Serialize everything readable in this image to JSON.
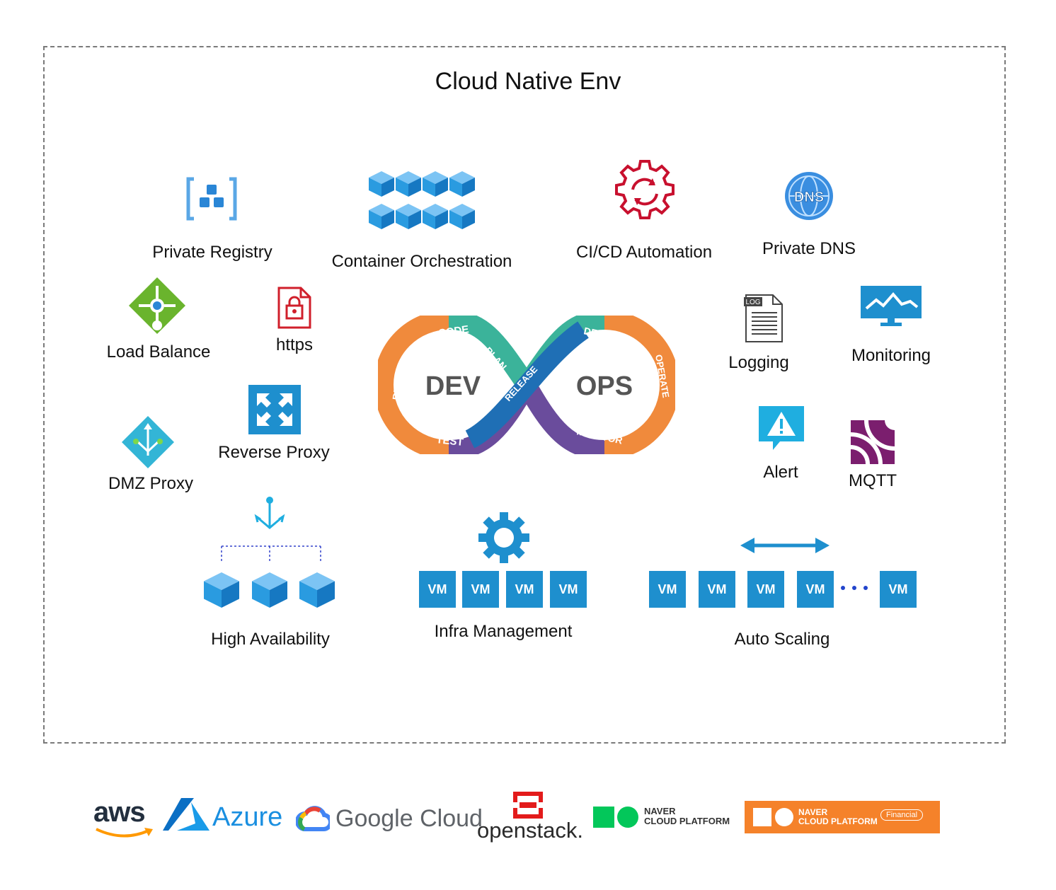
{
  "diagram": {
    "title": "Cloud Native Env",
    "labels": {
      "private_registry": "Private Registry",
      "container_orchestration": "Container Orchestration",
      "cicd": "CI/CD Automation",
      "private_dns": "Private DNS",
      "load_balance": "Load Balance",
      "https": "https",
      "reverse_proxy": "Reverse Proxy",
      "dmz_proxy": "DMZ Proxy",
      "logging": "Logging",
      "monitoring": "Monitoring",
      "alert": "Alert",
      "mqtt": "MQTT",
      "high_availability": "High Availability",
      "infra_management": "Infra Management",
      "auto_scaling": "Auto Scaling"
    },
    "devops": {
      "dev": "DEV",
      "ops": "OPS",
      "stages": [
        "CODE",
        "PLAN",
        "BUILD",
        "TEST",
        "RELEASE",
        "DEPLOY",
        "OPERATE",
        "MONITOR"
      ]
    },
    "vm_label": "VM",
    "dns_label": "DNS",
    "log_label": "LOG"
  },
  "providers": {
    "aws": "aws",
    "azure": "Azure",
    "google": "Google Cloud",
    "openstack": "openstack.",
    "naver": "NAVER",
    "naver_sub": "CLOUD PLATFORM",
    "naver_fin": "NAVER",
    "naver_fin_sub": "CLOUD PLATFORM",
    "financial": "Financial"
  },
  "colors": {
    "azure_blue": "#1e8fce",
    "cicd_red": "#c8102e",
    "mqtt_purple": "#7b1e6e",
    "naver_green": "#03c75a",
    "naver_orange": "#f5822a",
    "devops_orange": "#f08a3c",
    "devops_purple": "#6a4c9c",
    "devops_teal": "#3bb39a",
    "devops_blue": "#1f6fb5"
  }
}
